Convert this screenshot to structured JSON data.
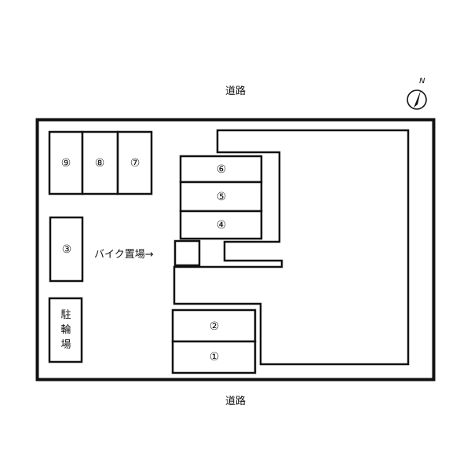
{
  "roads": {
    "top": "道路",
    "bottom": "道路"
  },
  "compass": {
    "label": "N"
  },
  "labels": {
    "bike_parking": "バイク置場→",
    "bicycle_parking": [
      "駐",
      "輪",
      "場"
    ]
  },
  "parking_spaces": [
    {
      "id": "1",
      "label": "①"
    },
    {
      "id": "2",
      "label": "②"
    },
    {
      "id": "3",
      "label": "③"
    },
    {
      "id": "4",
      "label": "④"
    },
    {
      "id": "5",
      "label": "⑤"
    },
    {
      "id": "6",
      "label": "⑥"
    },
    {
      "id": "7",
      "label": "⑦"
    },
    {
      "id": "8",
      "label": "⑧"
    },
    {
      "id": "9",
      "label": "⑨"
    }
  ]
}
